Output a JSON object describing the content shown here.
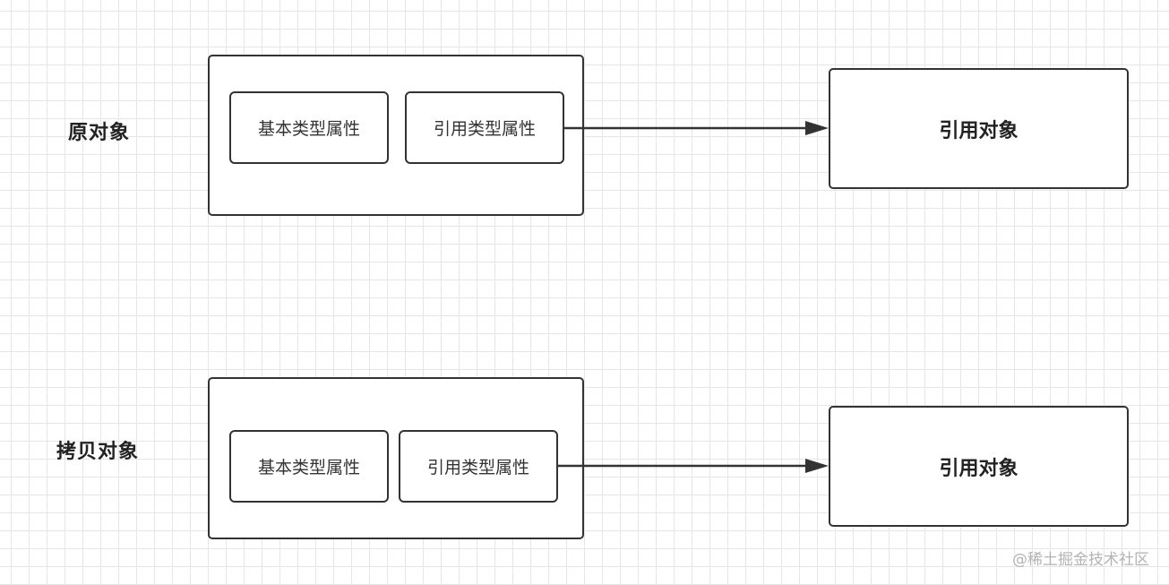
{
  "original": {
    "label": "原对象",
    "primitive_prop": "基本类型属性",
    "reference_prop": "引用类型属性",
    "referenced_object": "引用对象"
  },
  "copy": {
    "label": "拷贝对象",
    "primitive_prop": "基本类型属性",
    "reference_prop": "引用类型属性",
    "referenced_object": "引用对象"
  },
  "watermark": "@稀土掘金技术社区",
  "colors": {
    "stroke": "#333333",
    "grid": "#e6e6e6",
    "watermark": "#b3b3b3"
  }
}
